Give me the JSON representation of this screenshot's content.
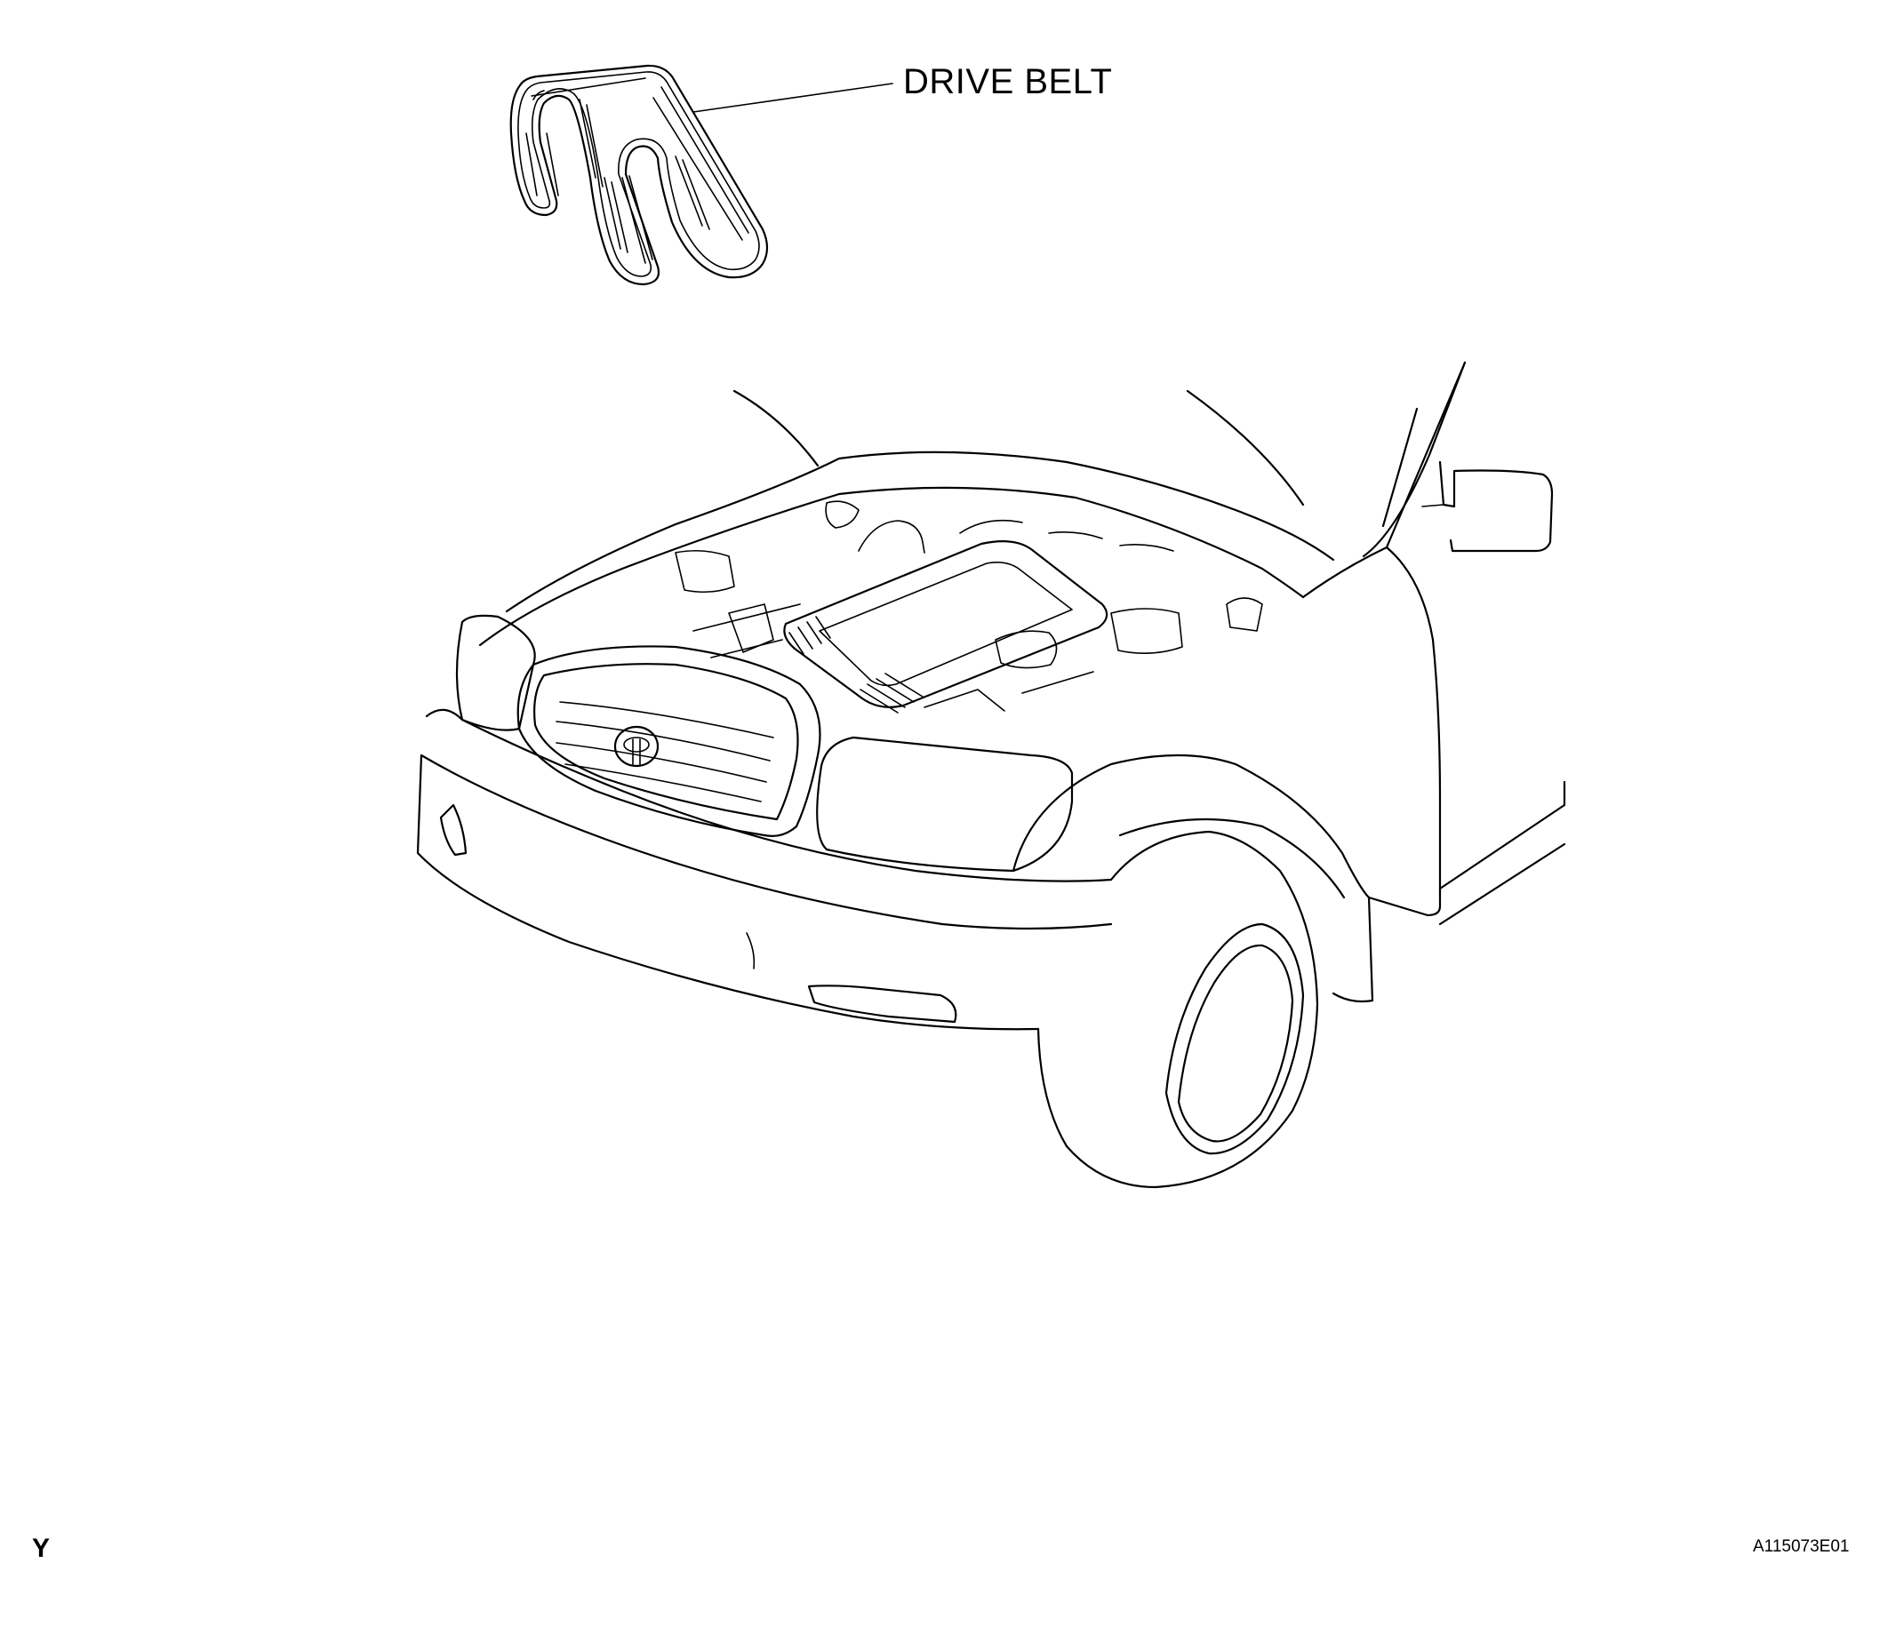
{
  "labels": {
    "drive_belt": "DRIVE BELT",
    "corner_mark": "Y",
    "figure_code": "A115073E01"
  }
}
